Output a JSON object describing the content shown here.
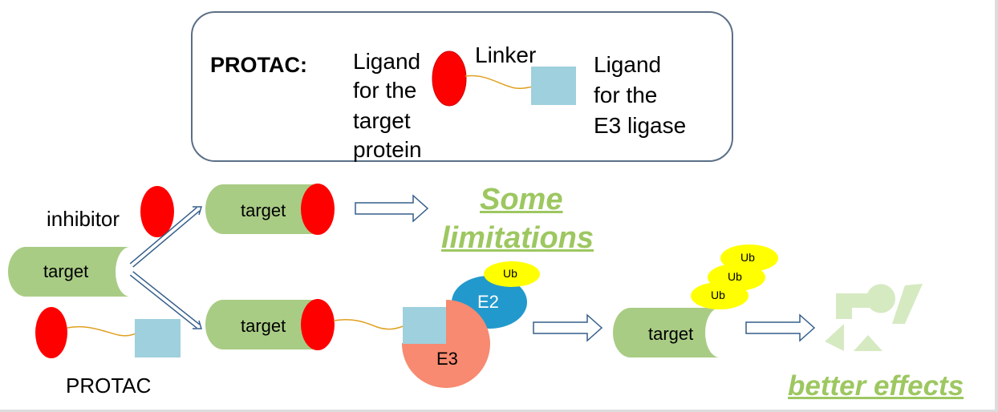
{
  "legend": {
    "title": "PROTAC:",
    "ligand_target": [
      "Ligand",
      "for the",
      "target",
      "protein"
    ],
    "linker": "Linker",
    "ligand_e3": [
      "Ligand",
      "for the",
      "E3 ligase"
    ]
  },
  "main": {
    "inhibitor_label": "inhibitor",
    "target_label": "target",
    "protac_label": "PROTAC",
    "some_limitations": [
      "Some",
      "limitations"
    ],
    "e2_label": "E2",
    "e3_label": "E3",
    "ub_label": "Ub",
    "better_effects": "better effects"
  },
  "colors": {
    "target_green": "#a9cc85",
    "ligand_red": "#ff0000",
    "e3_ligand_blue": "#9fd0dd",
    "e2_blue": "#2299cc",
    "e3_salmon": "#f78a70",
    "ub_yellow": "#ffff00",
    "accent_green": "#9dc760",
    "arrow_blue": "#355e8a"
  }
}
